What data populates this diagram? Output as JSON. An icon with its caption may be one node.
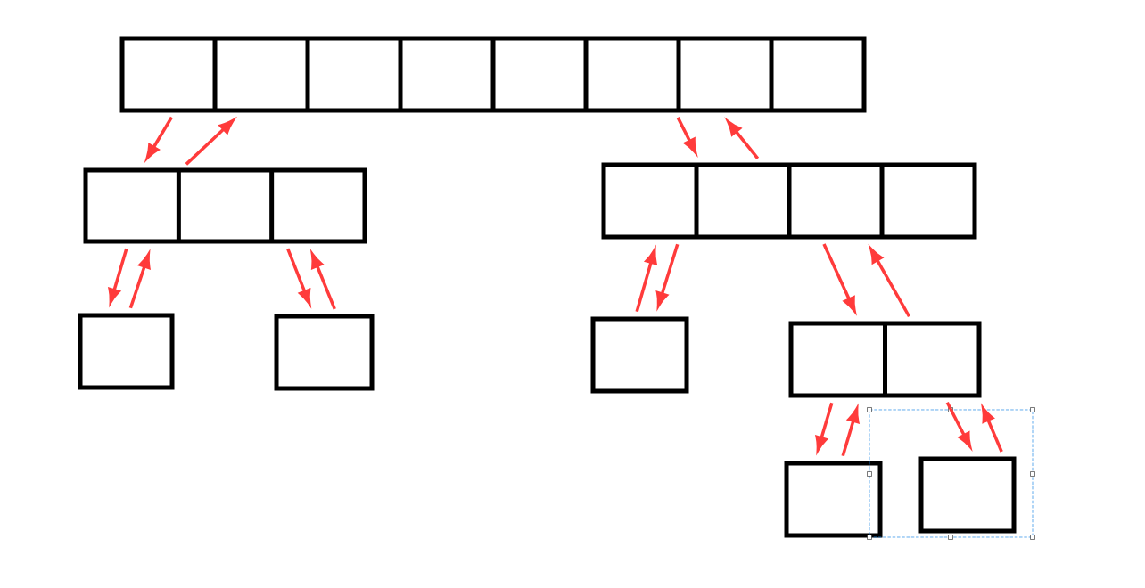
{
  "diagram": {
    "nodes": [
      {
        "text": [],
        "shape": "box"
      },
      {
        "text": [],
        "shape": "box"
      },
      {
        "text": [],
        "shape": "box"
      },
      {
        "text": [],
        "shape": "box"
      },
      {
        "text": [],
        "shape": "box"
      },
      {
        "text": [],
        "shape": "box"
      },
      {
        "text": [],
        "shape": "box"
      },
      {
        "text": [],
        "shape": "box"
      },
      {
        "text": [],
        "shape": "box"
      }
    ],
    "edges": [
      {
        "from": 0,
        "to": 1,
        "arrow": "to"
      },
      {
        "from": 1,
        "to": 0,
        "arrow": "to"
      },
      {
        "from": 0,
        "to": 2,
        "arrow": "to"
      },
      {
        "from": 2,
        "to": 0,
        "arrow": "to"
      },
      {
        "from": 1,
        "to": 3,
        "arrow": "to"
      },
      {
        "from": 3,
        "to": 1,
        "arrow": "to"
      },
      {
        "from": 1,
        "to": 4,
        "arrow": "to"
      },
      {
        "from": 4,
        "to": 1,
        "arrow": "to"
      },
      {
        "from": 2,
        "to": 5,
        "arrow": "to"
      },
      {
        "from": 5,
        "to": 2,
        "arrow": "to"
      },
      {
        "from": 2,
        "to": 6,
        "arrow": "to"
      },
      {
        "from": 6,
        "to": 2,
        "arrow": "to"
      },
      {
        "from": 6,
        "to": 7,
        "arrow": "to"
      },
      {
        "from": 7,
        "to": 6,
        "arrow": "to"
      },
      {
        "from": 6,
        "to": 8,
        "arrow": "to"
      },
      {
        "from": 8,
        "to": 6,
        "arrow": "to"
      }
    ]
  }
}
